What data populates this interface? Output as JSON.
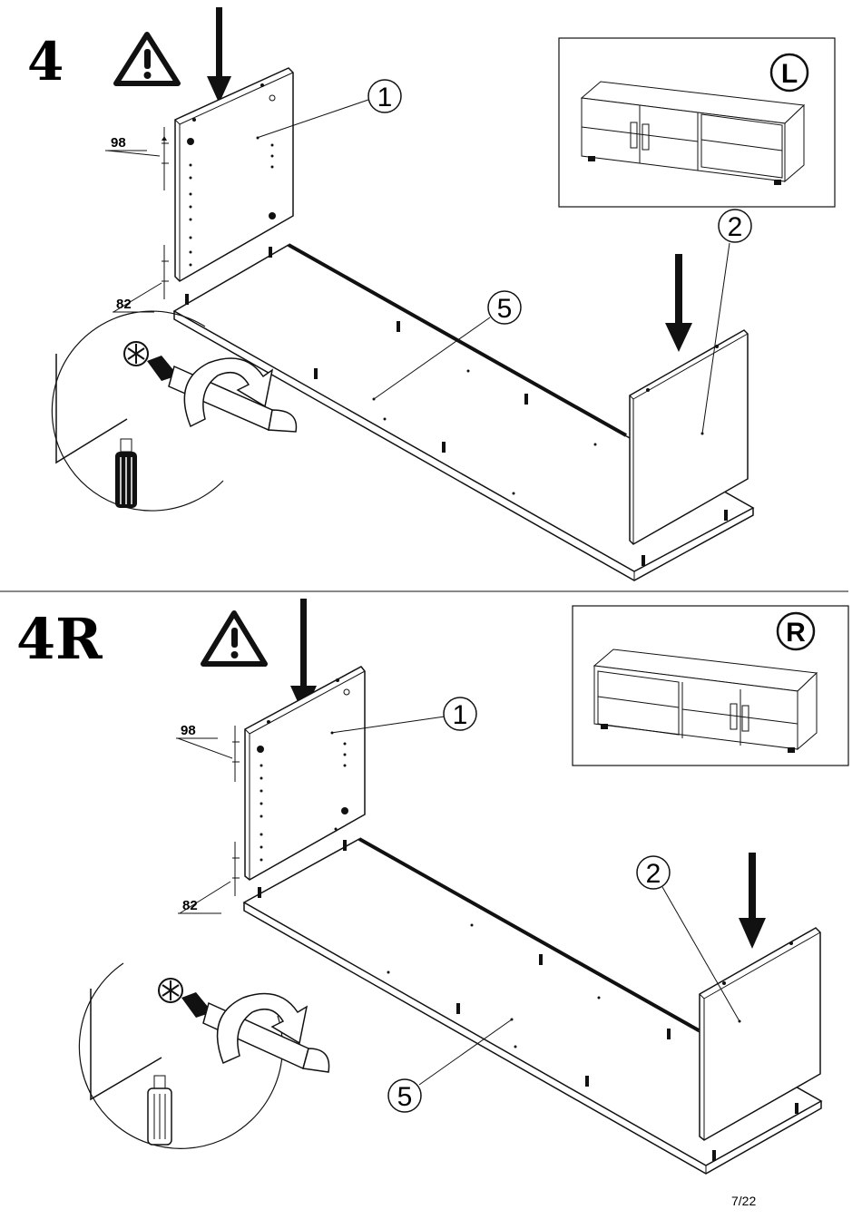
{
  "page": {
    "number": "7/22"
  },
  "steps": [
    {
      "id": "4",
      "title": "4",
      "orientation_badge": "L",
      "dimension_top": "98",
      "dimension_bottom": "82",
      "part_labels": [
        "1",
        "2",
        "5"
      ],
      "icons": [
        "warning-icon",
        "down-arrow-icon",
        "screwdriver-icon",
        "cam-lock-icon",
        "rotate-arrow-icon"
      ]
    },
    {
      "id": "4R",
      "title": "4R",
      "orientation_badge": "R",
      "dimension_top": "98",
      "dimension_bottom": "82",
      "part_labels": [
        "1",
        "2",
        "5"
      ],
      "icons": [
        "warning-icon",
        "down-arrow-icon",
        "screwdriver-icon",
        "cam-lock-icon",
        "rotate-arrow-icon"
      ]
    }
  ]
}
